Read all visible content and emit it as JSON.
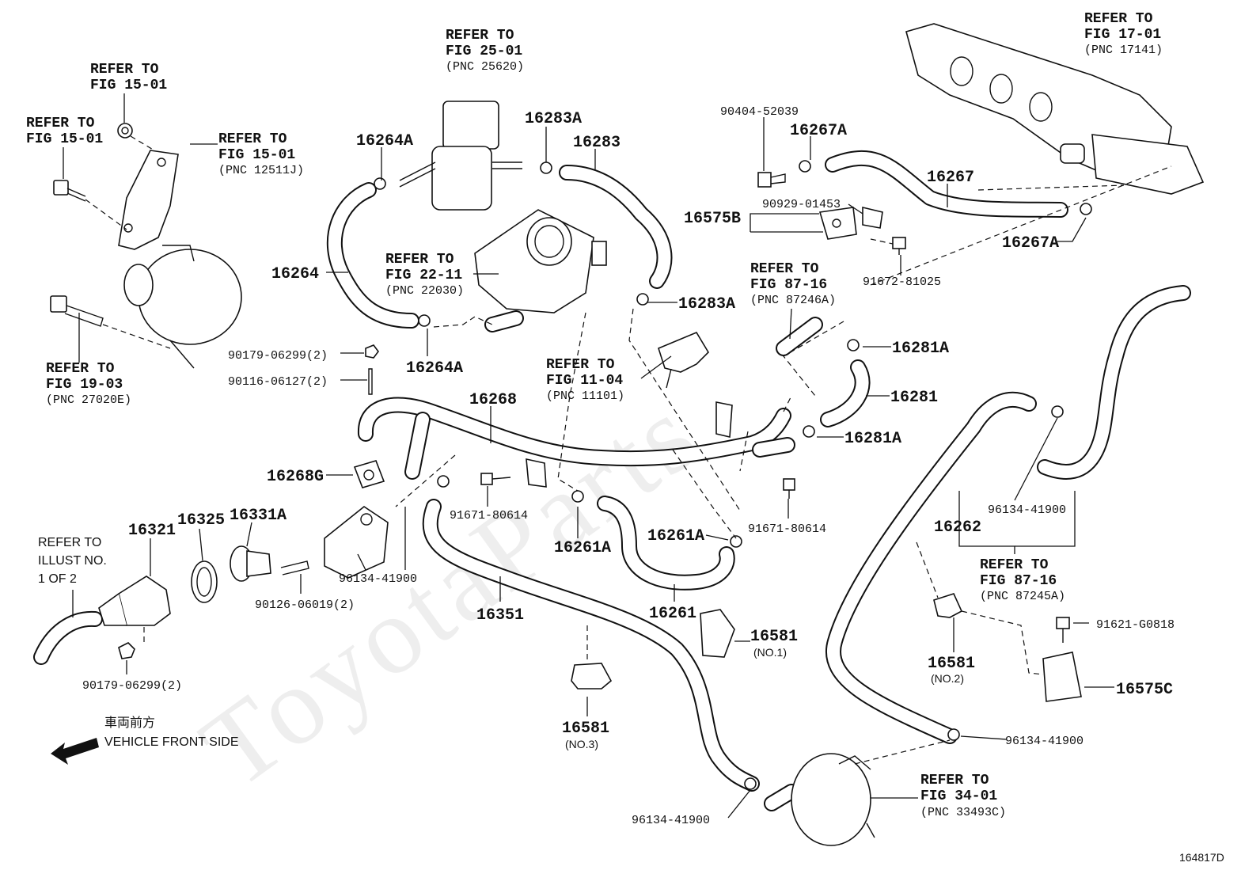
{
  "diagram_id": "164817D",
  "watermark": "ToyotaParts",
  "front_note": {
    "jp": "車両前方",
    "en": "VEHICLE FRONT SIDE"
  },
  "refer_text": "REFER TO",
  "refer_notes": [
    {
      "id": "r1",
      "lines": [
        "REFER TO",
        "FIG 15-01"
      ],
      "sub": ""
    },
    {
      "id": "r2",
      "lines": [
        "REFER TO",
        "FIG 15-01"
      ],
      "sub": ""
    },
    {
      "id": "r3",
      "lines": [
        "REFER TO",
        "FIG 15-01"
      ],
      "sub": "(PNC 12511J)"
    },
    {
      "id": "r4",
      "lines": [
        "REFER TO",
        "FIG 19-03"
      ],
      "sub": "(PNC 27020E)"
    },
    {
      "id": "r5",
      "lines": [
        "REFER TO",
        "FIG 25-01"
      ],
      "sub": "(PNC 25620)"
    },
    {
      "id": "r6",
      "lines": [
        "REFER TO",
        "FIG 22-11"
      ],
      "sub": "(PNC 22030)"
    },
    {
      "id": "r7",
      "lines": [
        "REFER TO",
        "FIG 11-04"
      ],
      "sub": "(PNC 11101)"
    },
    {
      "id": "r8",
      "lines": [
        "REFER TO",
        "FIG 17-01"
      ],
      "sub": "(PNC 17141)"
    },
    {
      "id": "r9",
      "lines": [
        "REFER TO",
        "FIG 87-16"
      ],
      "sub": "(PNC 87246A)"
    },
    {
      "id": "r10",
      "lines": [
        "REFER TO",
        "FIG 87-16"
      ],
      "sub": "(PNC 87245A)"
    },
    {
      "id": "r11",
      "lines": [
        "REFER TO",
        "FIG 34-01"
      ],
      "sub": "(PNC 33493C)"
    },
    {
      "id": "r12",
      "lines": [
        "REFER TO",
        "ILLUST NO.",
        "1 OF 2"
      ],
      "sub": ""
    }
  ],
  "part_labels": [
    {
      "id": "p1",
      "text": "16264A",
      "note": ""
    },
    {
      "id": "p2",
      "text": "16264",
      "note": ""
    },
    {
      "id": "p3",
      "text": "16264A",
      "note": ""
    },
    {
      "id": "p4",
      "text": "16283A",
      "note": ""
    },
    {
      "id": "p5",
      "text": "16283",
      "note": ""
    },
    {
      "id": "p6",
      "text": "16283A",
      "note": ""
    },
    {
      "id": "p7",
      "text": "90404-52039",
      "note": ""
    },
    {
      "id": "p8",
      "text": "16267A",
      "note": ""
    },
    {
      "id": "p9",
      "text": "16267",
      "note": ""
    },
    {
      "id": "p10",
      "text": "16267A",
      "note": ""
    },
    {
      "id": "p11",
      "text": "16575B",
      "note": ""
    },
    {
      "id": "p12",
      "text": "90929-01453",
      "note": ""
    },
    {
      "id": "p13",
      "text": "91672-81025",
      "note": ""
    },
    {
      "id": "p14",
      "text": "16281A",
      "note": ""
    },
    {
      "id": "p15",
      "text": "16281",
      "note": ""
    },
    {
      "id": "p16",
      "text": "16281A",
      "note": ""
    },
    {
      "id": "p17",
      "text": "16268",
      "note": ""
    },
    {
      "id": "p18",
      "text": "16268G",
      "note": ""
    },
    {
      "id": "p19",
      "text": "91671-80614",
      "note": ""
    },
    {
      "id": "p20",
      "text": "91671-80614",
      "note": ""
    },
    {
      "id": "p21",
      "text": "16261A",
      "note": ""
    },
    {
      "id": "p22",
      "text": "16261A",
      "note": ""
    },
    {
      "id": "p23",
      "text": "16261",
      "note": ""
    },
    {
      "id": "p24",
      "text": "16581",
      "note": "(NO.1)"
    },
    {
      "id": "p25",
      "text": "16581",
      "note": "(NO.2)"
    },
    {
      "id": "p26",
      "text": "16581",
      "note": "(NO.3)"
    },
    {
      "id": "p27",
      "text": "16321",
      "note": ""
    },
    {
      "id": "p28",
      "text": "16325",
      "note": ""
    },
    {
      "id": "p29",
      "text": "16331A",
      "note": ""
    },
    {
      "id": "p30",
      "text": "96134-41900",
      "note": ""
    },
    {
      "id": "p31",
      "text": "90126-06019(2)",
      "note": ""
    },
    {
      "id": "p32",
      "text": "16351",
      "note": ""
    },
    {
      "id": "p33",
      "text": "90179-06299(2)",
      "note": ""
    },
    {
      "id": "p34",
      "text": "90179-06299(2)",
      "note": ""
    },
    {
      "id": "p35",
      "text": "90116-06127(2)",
      "note": ""
    },
    {
      "id": "p36",
      "text": "16262",
      "note": ""
    },
    {
      "id": "p37",
      "text": "96134-41900",
      "note": ""
    },
    {
      "id": "p38",
      "text": "96134-41900",
      "note": ""
    },
    {
      "id": "p39",
      "text": "96134-41900",
      "note": ""
    },
    {
      "id": "p40",
      "text": "91621-G0818",
      "note": ""
    },
    {
      "id": "p41",
      "text": "16575C",
      "note": ""
    }
  ]
}
